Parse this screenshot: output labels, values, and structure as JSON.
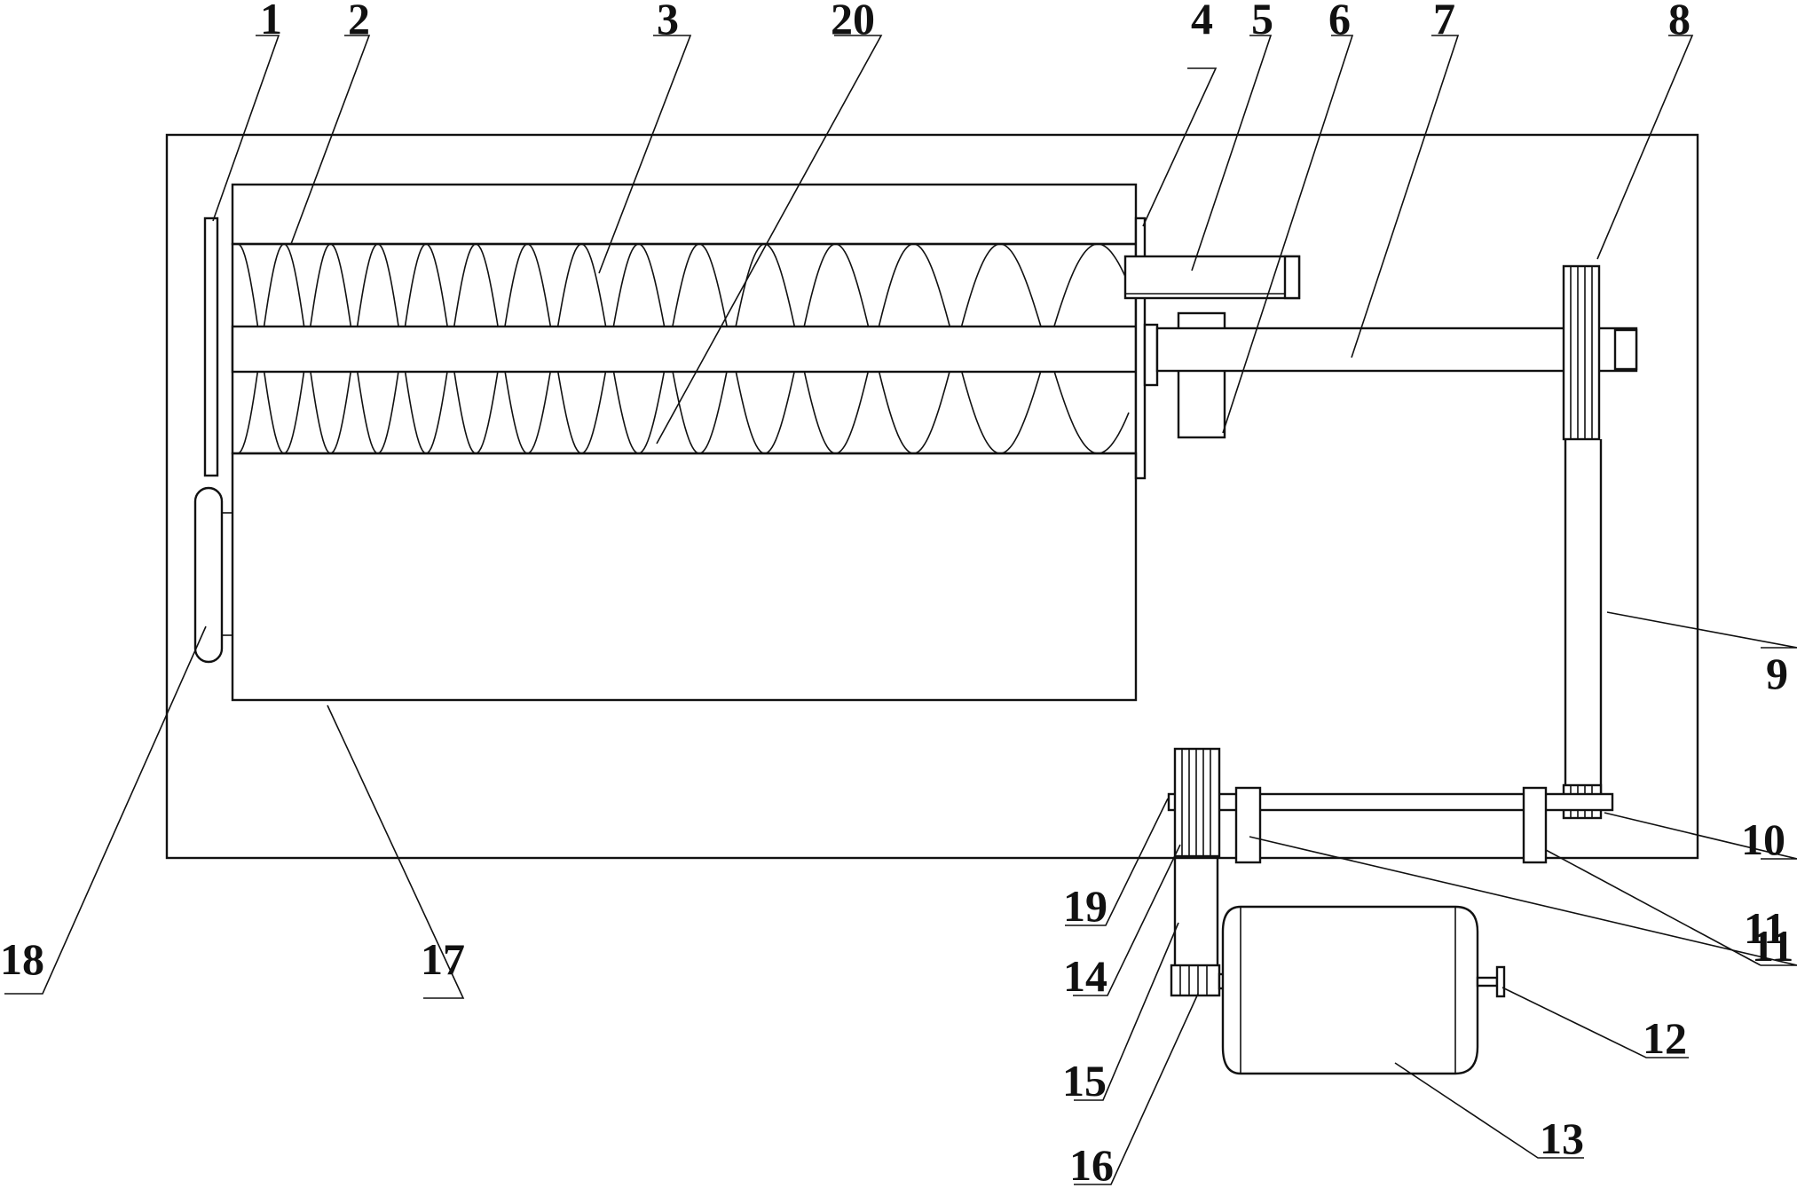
{
  "labels": {
    "l1": "1",
    "l2": "2",
    "l3": "3",
    "l20": "20",
    "l4": "4",
    "l5": "5",
    "l6": "6",
    "l7": "7",
    "l8": "8",
    "l9": "9",
    "l10": "10",
    "l11a": "11",
    "l11b": "11",
    "l12": "12",
    "l13": "13",
    "l14": "14",
    "l15": "15",
    "l16": "16",
    "l17": "17",
    "l18": "18",
    "l19": "19"
  }
}
